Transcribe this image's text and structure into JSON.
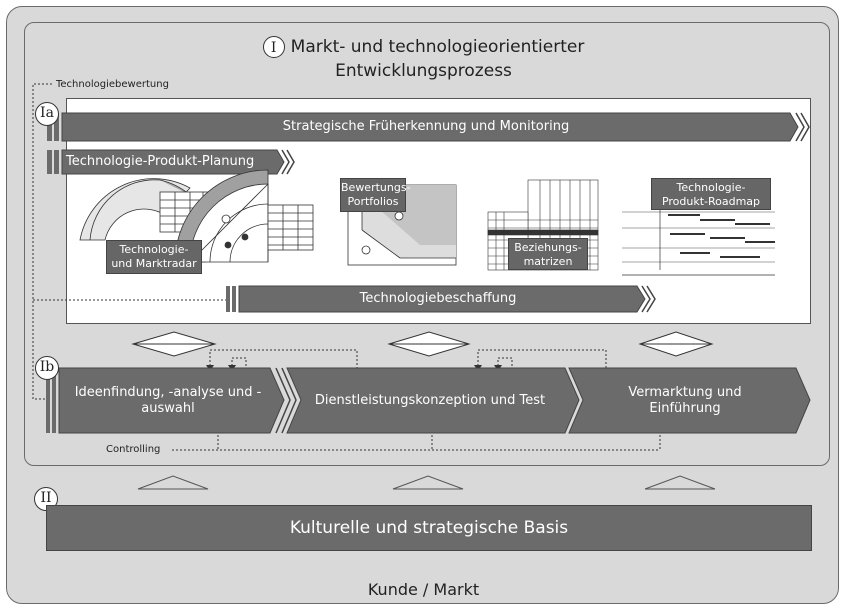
{
  "title_line1": "Markt- und technologieorientierter",
  "title_line2": "Entwicklungsprozess",
  "markers": {
    "I": "I",
    "Ia": "Ia",
    "Ib": "Ib",
    "II": "II"
  },
  "technologiebewertung": "Technologiebewertung",
  "controlling": "Controlling",
  "bars": {
    "strategische": "Strategische Früherkennung und Monitoring",
    "tpp": "Technologie-Produkt-Planung",
    "beschaffung": "Technologiebeschaffung"
  },
  "tools": {
    "radar": "Technologie-\nund Marktradar",
    "portfolios": "Bewertungs-\nPortfolios",
    "matrizen": "Beziehungs-\nmatrizen",
    "roadmap": "Technologie-\nProdukt-Roadmap"
  },
  "process_steps": [
    "Ideenfindung, -analyse und -auswahl",
    "Dienstleistungskonzeption und Test",
    "Vermarktung und Einführung"
  ],
  "basis": "Kulturelle und strategische Basis",
  "footer": "Kunde / Markt",
  "colors": {
    "bar": "#6b6b6b",
    "background": "#d9d9d9",
    "border": "#444444"
  }
}
